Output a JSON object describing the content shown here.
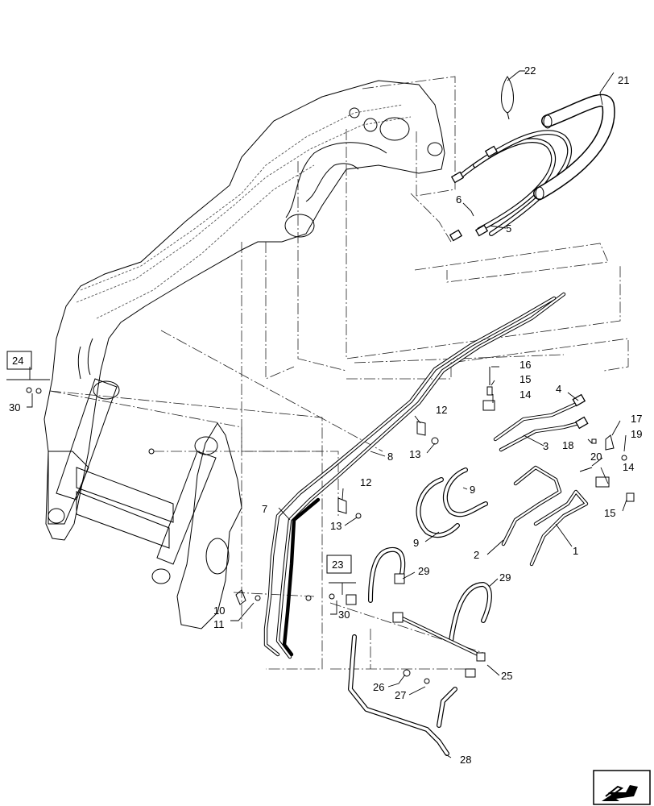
{
  "diagram": {
    "callouts": [
      {
        "id": "c1",
        "label": "1"
      },
      {
        "id": "c2",
        "label": "2"
      },
      {
        "id": "c3",
        "label": "3"
      },
      {
        "id": "c4",
        "label": "4"
      },
      {
        "id": "c5",
        "label": "5"
      },
      {
        "id": "c6",
        "label": "6"
      },
      {
        "id": "c7",
        "label": "7"
      },
      {
        "id": "c8",
        "label": "8"
      },
      {
        "id": "c9a",
        "label": "9"
      },
      {
        "id": "c9b",
        "label": "9"
      },
      {
        "id": "c10",
        "label": "10"
      },
      {
        "id": "c11",
        "label": "11"
      },
      {
        "id": "c12a",
        "label": "12"
      },
      {
        "id": "c12b",
        "label": "12"
      },
      {
        "id": "c13a",
        "label": "13"
      },
      {
        "id": "c13b",
        "label": "13"
      },
      {
        "id": "c14a",
        "label": "14"
      },
      {
        "id": "c14b",
        "label": "14"
      },
      {
        "id": "c15a",
        "label": "15"
      },
      {
        "id": "c15b",
        "label": "15"
      },
      {
        "id": "c16",
        "label": "16"
      },
      {
        "id": "c17",
        "label": "17"
      },
      {
        "id": "c18",
        "label": "18"
      },
      {
        "id": "c19",
        "label": "19"
      },
      {
        "id": "c20",
        "label": "20"
      },
      {
        "id": "c21",
        "label": "21"
      },
      {
        "id": "c22",
        "label": "22"
      },
      {
        "id": "c23",
        "label": "23"
      },
      {
        "id": "c24",
        "label": "24"
      },
      {
        "id": "c25",
        "label": "25"
      },
      {
        "id": "c26",
        "label": "26"
      },
      {
        "id": "c27",
        "label": "27"
      },
      {
        "id": "c28",
        "label": "28"
      },
      {
        "id": "c29a",
        "label": "29"
      },
      {
        "id": "c29b",
        "label": "29"
      },
      {
        "id": "c30a",
        "label": "30"
      },
      {
        "id": "c30b",
        "label": "30"
      }
    ],
    "nav_icon": "return-arrow-icon"
  }
}
